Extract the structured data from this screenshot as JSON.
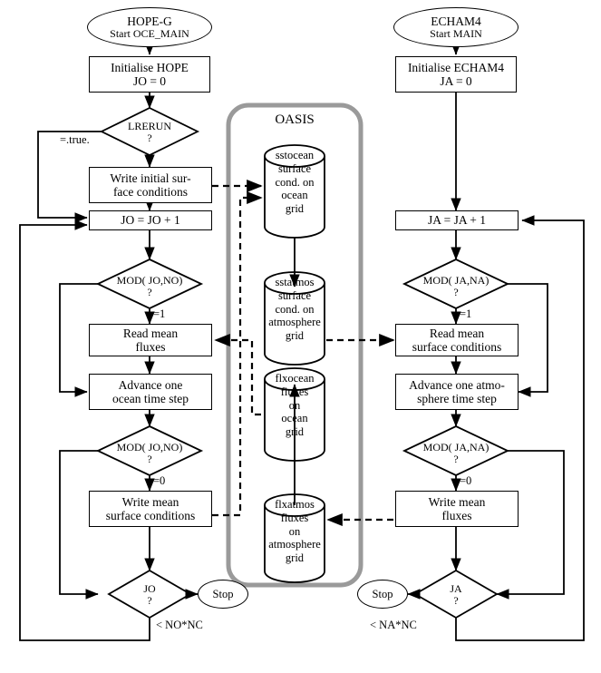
{
  "diagram": {
    "title": "HOPE-G / ECHAM4 coupling via OASIS flowchart",
    "colors": {
      "line": "#000000",
      "oasis_border": "#9a9a9a",
      "background": "#ffffff"
    }
  },
  "ocean_column": {
    "start": {
      "line1": "HOPE-G",
      "line2": "Start OCE_MAIN"
    },
    "init": {
      "line1": "Initialise HOPE",
      "line2": "JO = 0"
    },
    "lrerun": {
      "line1": "LRERUN",
      "line2": "?"
    },
    "lrerun_true_label": "=.true.",
    "write_initial": {
      "line1": "Write  initial  sur-",
      "line2": "face conditions"
    },
    "counter": "JO = JO + 1",
    "mod_top": {
      "line1": "MOD( JO,NO)",
      "line2": "?"
    },
    "mod_top_label": "=1",
    "read_mean": {
      "line1": "Read mean",
      "line2": "fluxes"
    },
    "advance": {
      "line1": "Advance one",
      "line2": "ocean time step"
    },
    "mod_bottom": {
      "line1": "MOD( JO,NO)",
      "line2": "?"
    },
    "mod_bottom_label": "=0",
    "write_mean": {
      "line1": "Write mean",
      "line2": "surface conditions"
    },
    "end_test": {
      "line1": "JO",
      "line2": "?"
    },
    "end_test_label": "< NO*NC",
    "stop": "Stop"
  },
  "atmosphere_column": {
    "start": {
      "line1": "ECHAM4",
      "line2": "Start MAIN"
    },
    "init": {
      "line1": "Initialise ECHAM4",
      "line2": "JA = 0"
    },
    "counter": "JA = JA + 1",
    "mod_top": {
      "line1": "MOD( JA,NA)",
      "line2": "?"
    },
    "mod_top_label": "=1",
    "read_mean": {
      "line1": "Read mean",
      "line2": "surface conditions"
    },
    "advance": {
      "line1": "Advance one atmo-",
      "line2": "sphere time step"
    },
    "mod_bottom": {
      "line1": "MOD( JA,NA)",
      "line2": "?"
    },
    "mod_bottom_label": "=0",
    "write_mean": {
      "line1": "Write mean",
      "line2": "fluxes"
    },
    "end_test": {
      "line1": "JA",
      "line2": "?"
    },
    "end_test_label": "< NA*NC",
    "stop": "Stop"
  },
  "oasis": {
    "title": "OASIS",
    "files": [
      {
        "name": "sstocean",
        "lines": [
          "surface",
          "cond. on",
          "ocean",
          "grid"
        ]
      },
      {
        "name": "sstatmos",
        "lines": [
          "surface",
          "cond. on",
          "atmosphere",
          "grid"
        ]
      },
      {
        "name": "flxocean",
        "lines": [
          "fluxes",
          "on",
          "ocean",
          "grid"
        ]
      },
      {
        "name": "flxatmos",
        "lines": [
          "fluxes",
          "on",
          "atmosphere",
          "grid"
        ]
      }
    ]
  }
}
